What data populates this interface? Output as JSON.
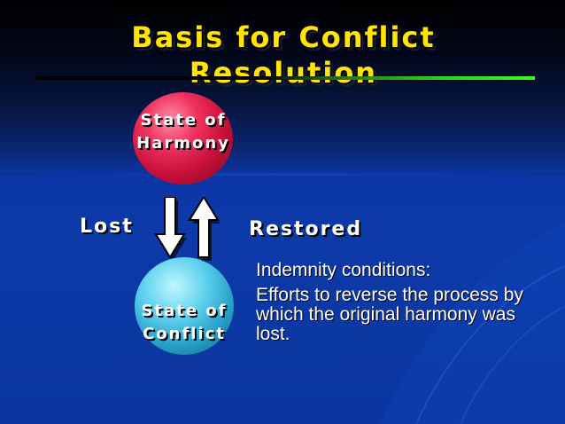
{
  "slide": {
    "title": "Basis for Conflict Resolution",
    "harmony_ball_label": "State of Harmony",
    "conflict_ball_label": "State of Conflict",
    "lost_label": "Lost",
    "restored_label": "Restored",
    "bullets": [
      "Indemnity conditions:",
      "Efforts to reverse the process by which the original harmony was lost."
    ]
  },
  "colors": {
    "title": "#ffe500",
    "background": "#0b36a0",
    "rule_accent": "#36ff1e",
    "harmony_ball": "#e0204a",
    "conflict_ball": "#3cb4dc",
    "text": "#ffffff"
  },
  "icons": {
    "down_arrow": "arrow-down-icon",
    "up_arrow": "arrow-up-icon"
  }
}
